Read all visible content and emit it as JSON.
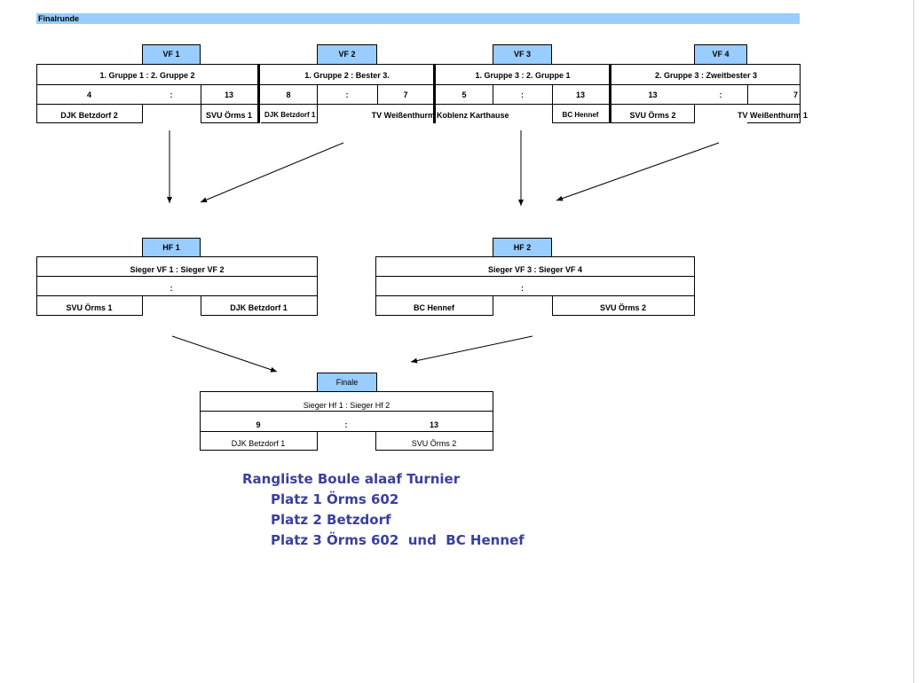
{
  "sheet_title": "Finalrunde",
  "vf": [
    {
      "label": "VF 1",
      "pairing": "1. Gruppe 1 : 2. Gruppe 2",
      "score_left": "4",
      "sep": ":",
      "score_right": "13",
      "team_left": "DJK Betzdorf 2",
      "team_right": "SVU Örms 1"
    },
    {
      "label": "VF 2",
      "pairing": "1. Gruppe 2 : Bester 3.",
      "score_left": "8",
      "sep": ":",
      "score_right": "7",
      "team_left": "DJK Betzdorf 1",
      "team_right": "TV Weißenthurm"
    },
    {
      "label": "VF 3",
      "pairing": "1. Gruppe 3 : 2. Gruppe 1",
      "score_left": "5",
      "sep": ":",
      "score_right": "13",
      "team_left": "Koblenz Karthause",
      "team_right": "BC Hennef"
    },
    {
      "label": "VF 4",
      "pairing": "2. Gruppe 3 : Zweitbester 3",
      "score_left": "13",
      "sep": ":",
      "score_right": "7",
      "team_left": "SVU Örms 2",
      "team_right": "TV Weißenthurm 1"
    }
  ],
  "hf": [
    {
      "label": "HF 1",
      "pairing": "Sieger VF 1 : Sieger VF 2",
      "sep": ":",
      "team_left": "SVU Örms 1",
      "team_right": "DJK Betzdorf 1"
    },
    {
      "label": "HF 2",
      "pairing": "Sieger VF 3 : Sieger VF 4",
      "sep": ":",
      "team_left": "BC Hennef",
      "team_right": "SVU Örms 2"
    }
  ],
  "final": {
    "label": "Finale",
    "pairing": "Sieger Hf 1 : Sieger Hf 2",
    "score_left": "9",
    "sep": ":",
    "score_right": "13",
    "team_left": "DJK Betzdorf 1",
    "team_right": "SVU Örms 2"
  },
  "ranking": {
    "title": "Rangliste Boule alaaf Turnier",
    "lines": [
      "Platz 1 Örms 602",
      "Platz 2 Betzdorf",
      "Platz 3 Örms 602  und  BC Hennef"
    ]
  },
  "colors": {
    "header_fill": "#99ccff",
    "ranking_text": "#3a3fa0"
  }
}
